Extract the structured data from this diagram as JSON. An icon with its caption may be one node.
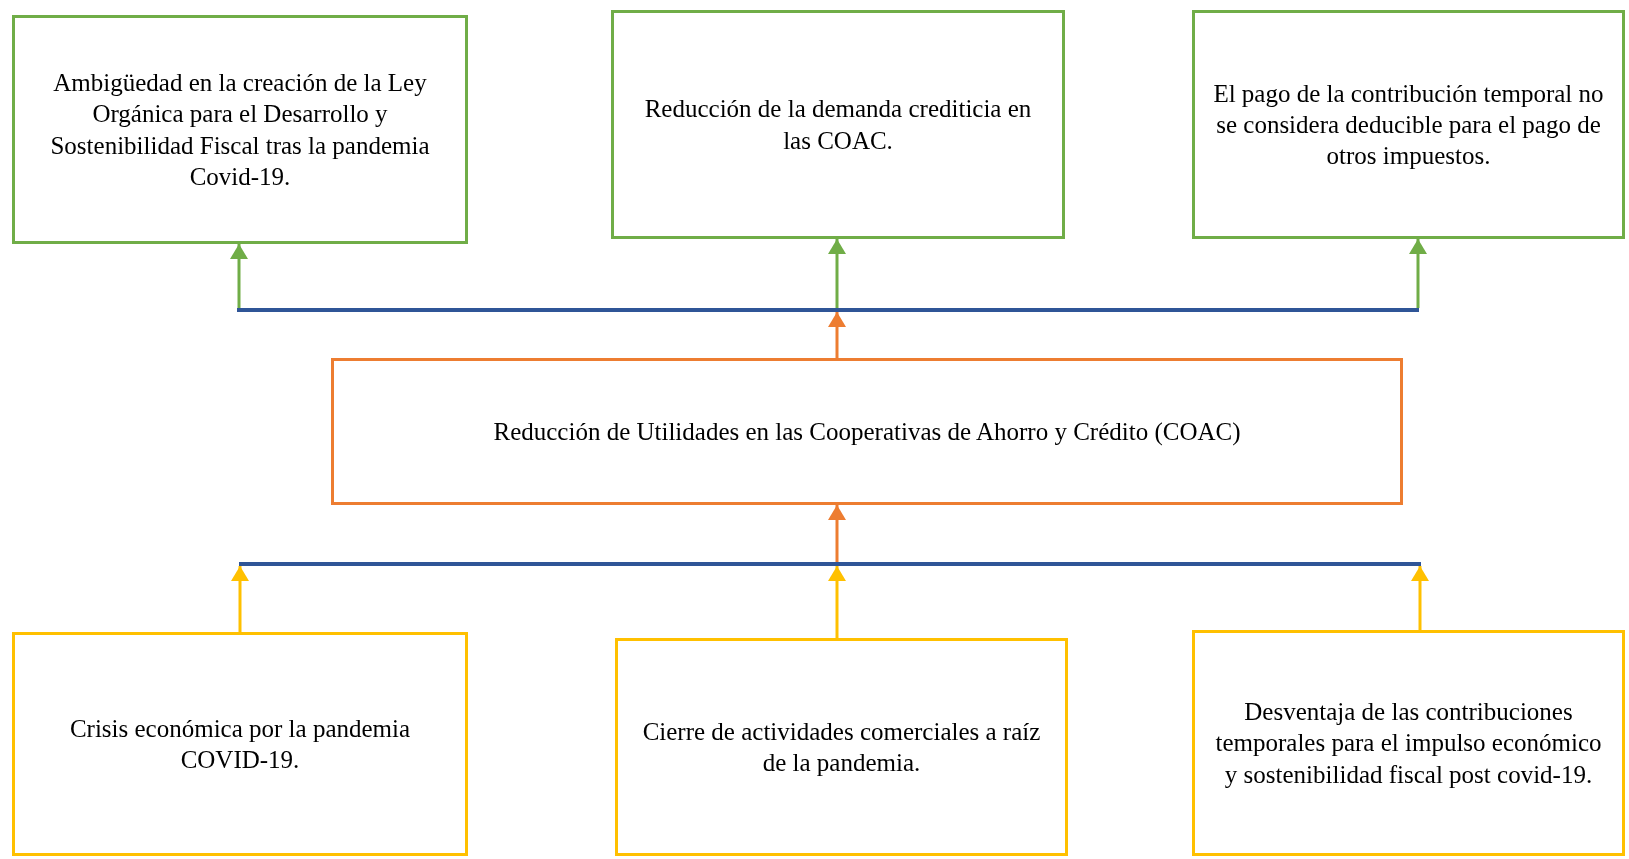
{
  "diagram": {
    "nodes": [
      {
        "text": [
          "Ambigüedad en la creación de la Ley Orgánica para el Desarrollo y Sostenibilidad Fiscal tras la pandemia Covid-19."
        ]
      },
      {
        "text": [
          "Reducción de la demanda crediticia en las COAC."
        ]
      },
      {
        "text": [
          "El pago de la contribución temporal no se considera deducible para el pago de otros impuestos."
        ]
      },
      {
        "text": [],
        "shape": "bar"
      },
      {
        "text": [
          "Reducción de Utilidades en las Cooperativas de Ahorro y Crédito (COAC)"
        ]
      },
      {
        "text": [],
        "shape": "bar"
      },
      {
        "text": [
          "Crisis económica por la pandemia COVID-19."
        ]
      },
      {
        "text": [
          "Cierre de actividades comerciales a raíz de la pandemia."
        ]
      },
      {
        "text": [
          "Desventaja de las contribuciones temporales para el impulso económico y sostenibilidad fiscal post covid-19."
        ]
      }
    ],
    "edges": [
      {
        "from": 3,
        "to": 0,
        "arrow": "to",
        "color": "#70ad47"
      },
      {
        "from": 3,
        "to": 1,
        "arrow": "to",
        "color": "#70ad47"
      },
      {
        "from": 3,
        "to": 2,
        "arrow": "to",
        "color": "#70ad47"
      },
      {
        "from": 4,
        "to": 3,
        "arrow": "to",
        "color": "#ed7d31"
      },
      {
        "from": 5,
        "to": 4,
        "arrow": "to",
        "color": "#ed7d31"
      },
      {
        "from": 6,
        "to": 5,
        "arrow": "to",
        "color": "#ffc000"
      },
      {
        "from": 7,
        "to": 5,
        "arrow": "to",
        "color": "#ffc000"
      },
      {
        "from": 8,
        "to": 5,
        "arrow": "to",
        "color": "#ffc000"
      }
    ]
  }
}
